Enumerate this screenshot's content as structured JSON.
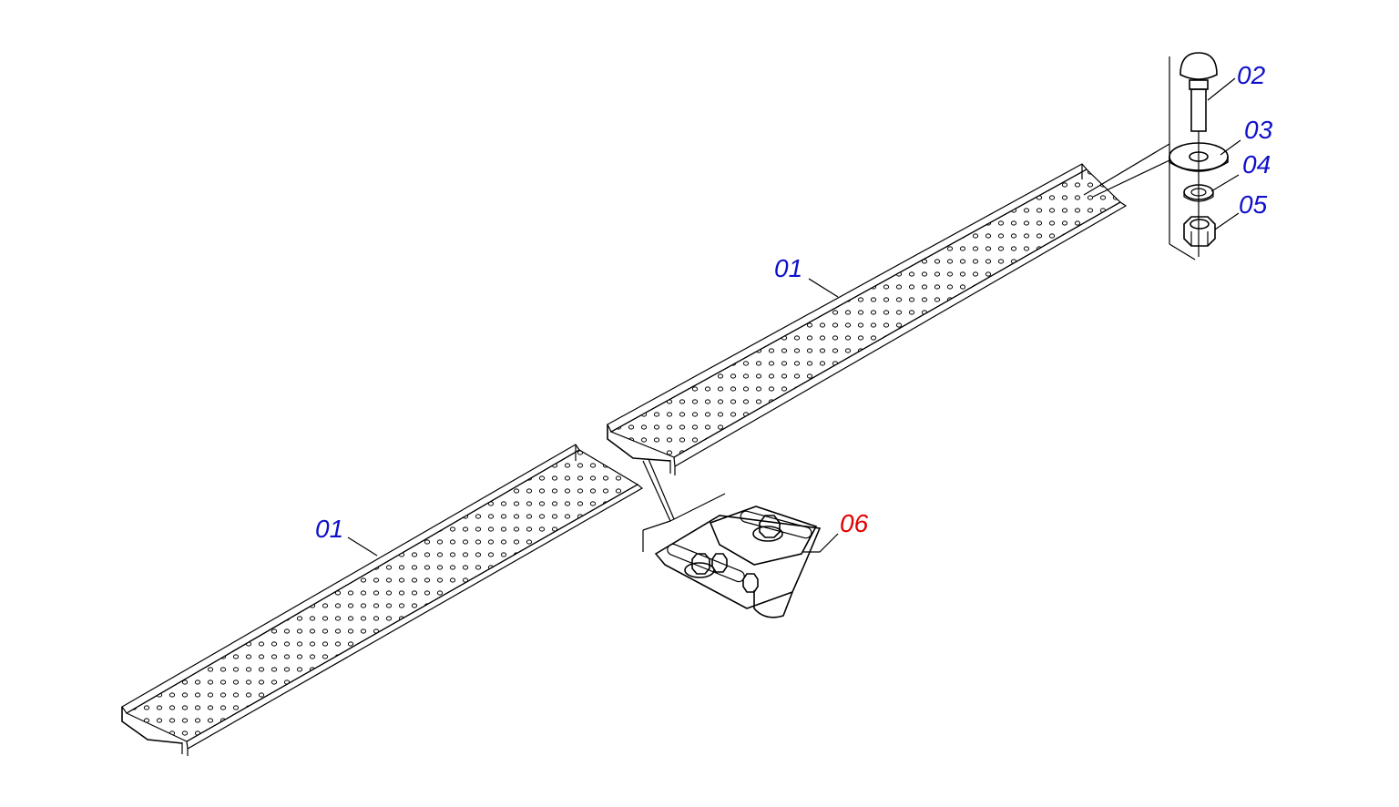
{
  "colors": {
    "label_primary": "#1010cc",
    "label_highlight": "#e00000",
    "line": "#000000",
    "background": "#ffffff"
  },
  "labels": {
    "tray_upper": "01",
    "tray_lower": "01",
    "bolt": "02",
    "washer_flat": "03",
    "washer_spring": "04",
    "nut": "05",
    "connector": "06"
  }
}
